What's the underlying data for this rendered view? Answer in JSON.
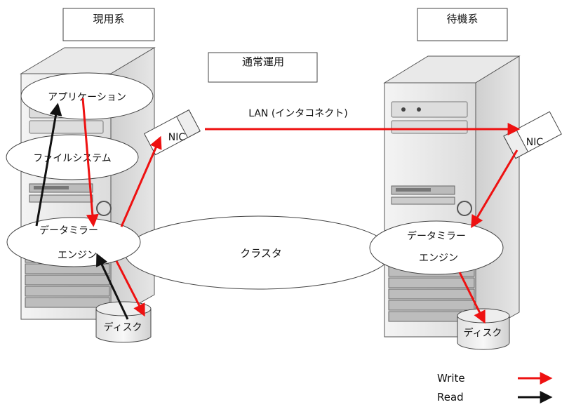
{
  "titles": {
    "active": "現用系",
    "standby": "待機系",
    "mode": "通常運用"
  },
  "labels": {
    "application": "アプリケーション",
    "filesystem": "ファイルシステム",
    "mirror_engine_line1": "データミラー",
    "mirror_engine_line2": "エンジン",
    "disk": "ディスク",
    "nic": "NIC",
    "lan": "LAN (インタコネクト)",
    "cluster": "クラスタ"
  },
  "legend": {
    "write": "Write",
    "read": "Read"
  },
  "colors": {
    "write": "#ee1111",
    "read": "#111111"
  }
}
